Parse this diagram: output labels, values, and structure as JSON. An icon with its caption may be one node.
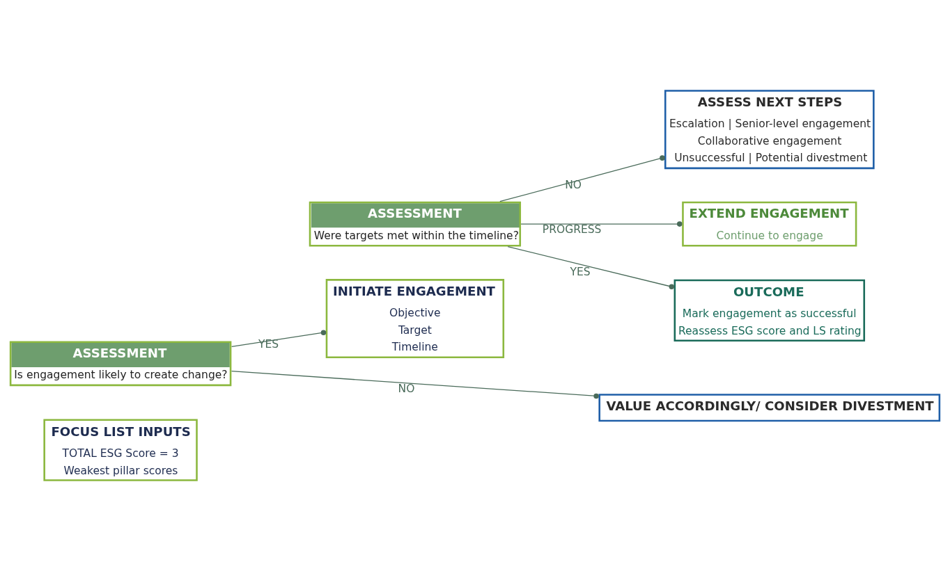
{
  "diagram": {
    "nodes": [
      {
        "text": [
          "FOCUS LIST INPUTS",
          "TOTAL ESG Score = 3",
          "Weakest pillar scores"
        ]
      },
      {
        "text": [
          "ASSESSMENT",
          "Is engagement likely to create change?"
        ]
      },
      {
        "text": [
          "INITIATE ENGAGEMENT",
          "Objective",
          "Target",
          "Timeline"
        ]
      },
      {
        "text": [
          "ASSESSMENT",
          "Were targets met within the timeline?"
        ]
      },
      {
        "text": [
          "VALUE ACCORDINGLY/ CONSIDER DIVESTMENT"
        ]
      },
      {
        "text": [
          "ASSESS NEXT STEPS",
          "Escalation | Senior-level engagement",
          "Collaborative engagement",
          "Unsuccessful | Potential divestment"
        ]
      },
      {
        "text": [
          "EXTEND ENGAGEMENT",
          "Continue to engage"
        ]
      },
      {
        "text": [
          "OUTCOME",
          "Mark engagement as successful",
          "Reassess ESG score and LS rating"
        ]
      }
    ],
    "edges": [
      {
        "from": 1,
        "to": 4,
        "label": "NO",
        "arrow": "other"
      },
      {
        "from": 1,
        "to": 2,
        "label": "YES",
        "arrow": "other"
      },
      {
        "from": 3,
        "to": 5,
        "label": "NO",
        "arrow": "other"
      },
      {
        "from": 3,
        "to": 6,
        "label": "PROGRESS",
        "arrow": "other"
      },
      {
        "from": 3,
        "to": 7,
        "label": "YES",
        "arrow": "other"
      }
    ]
  }
}
